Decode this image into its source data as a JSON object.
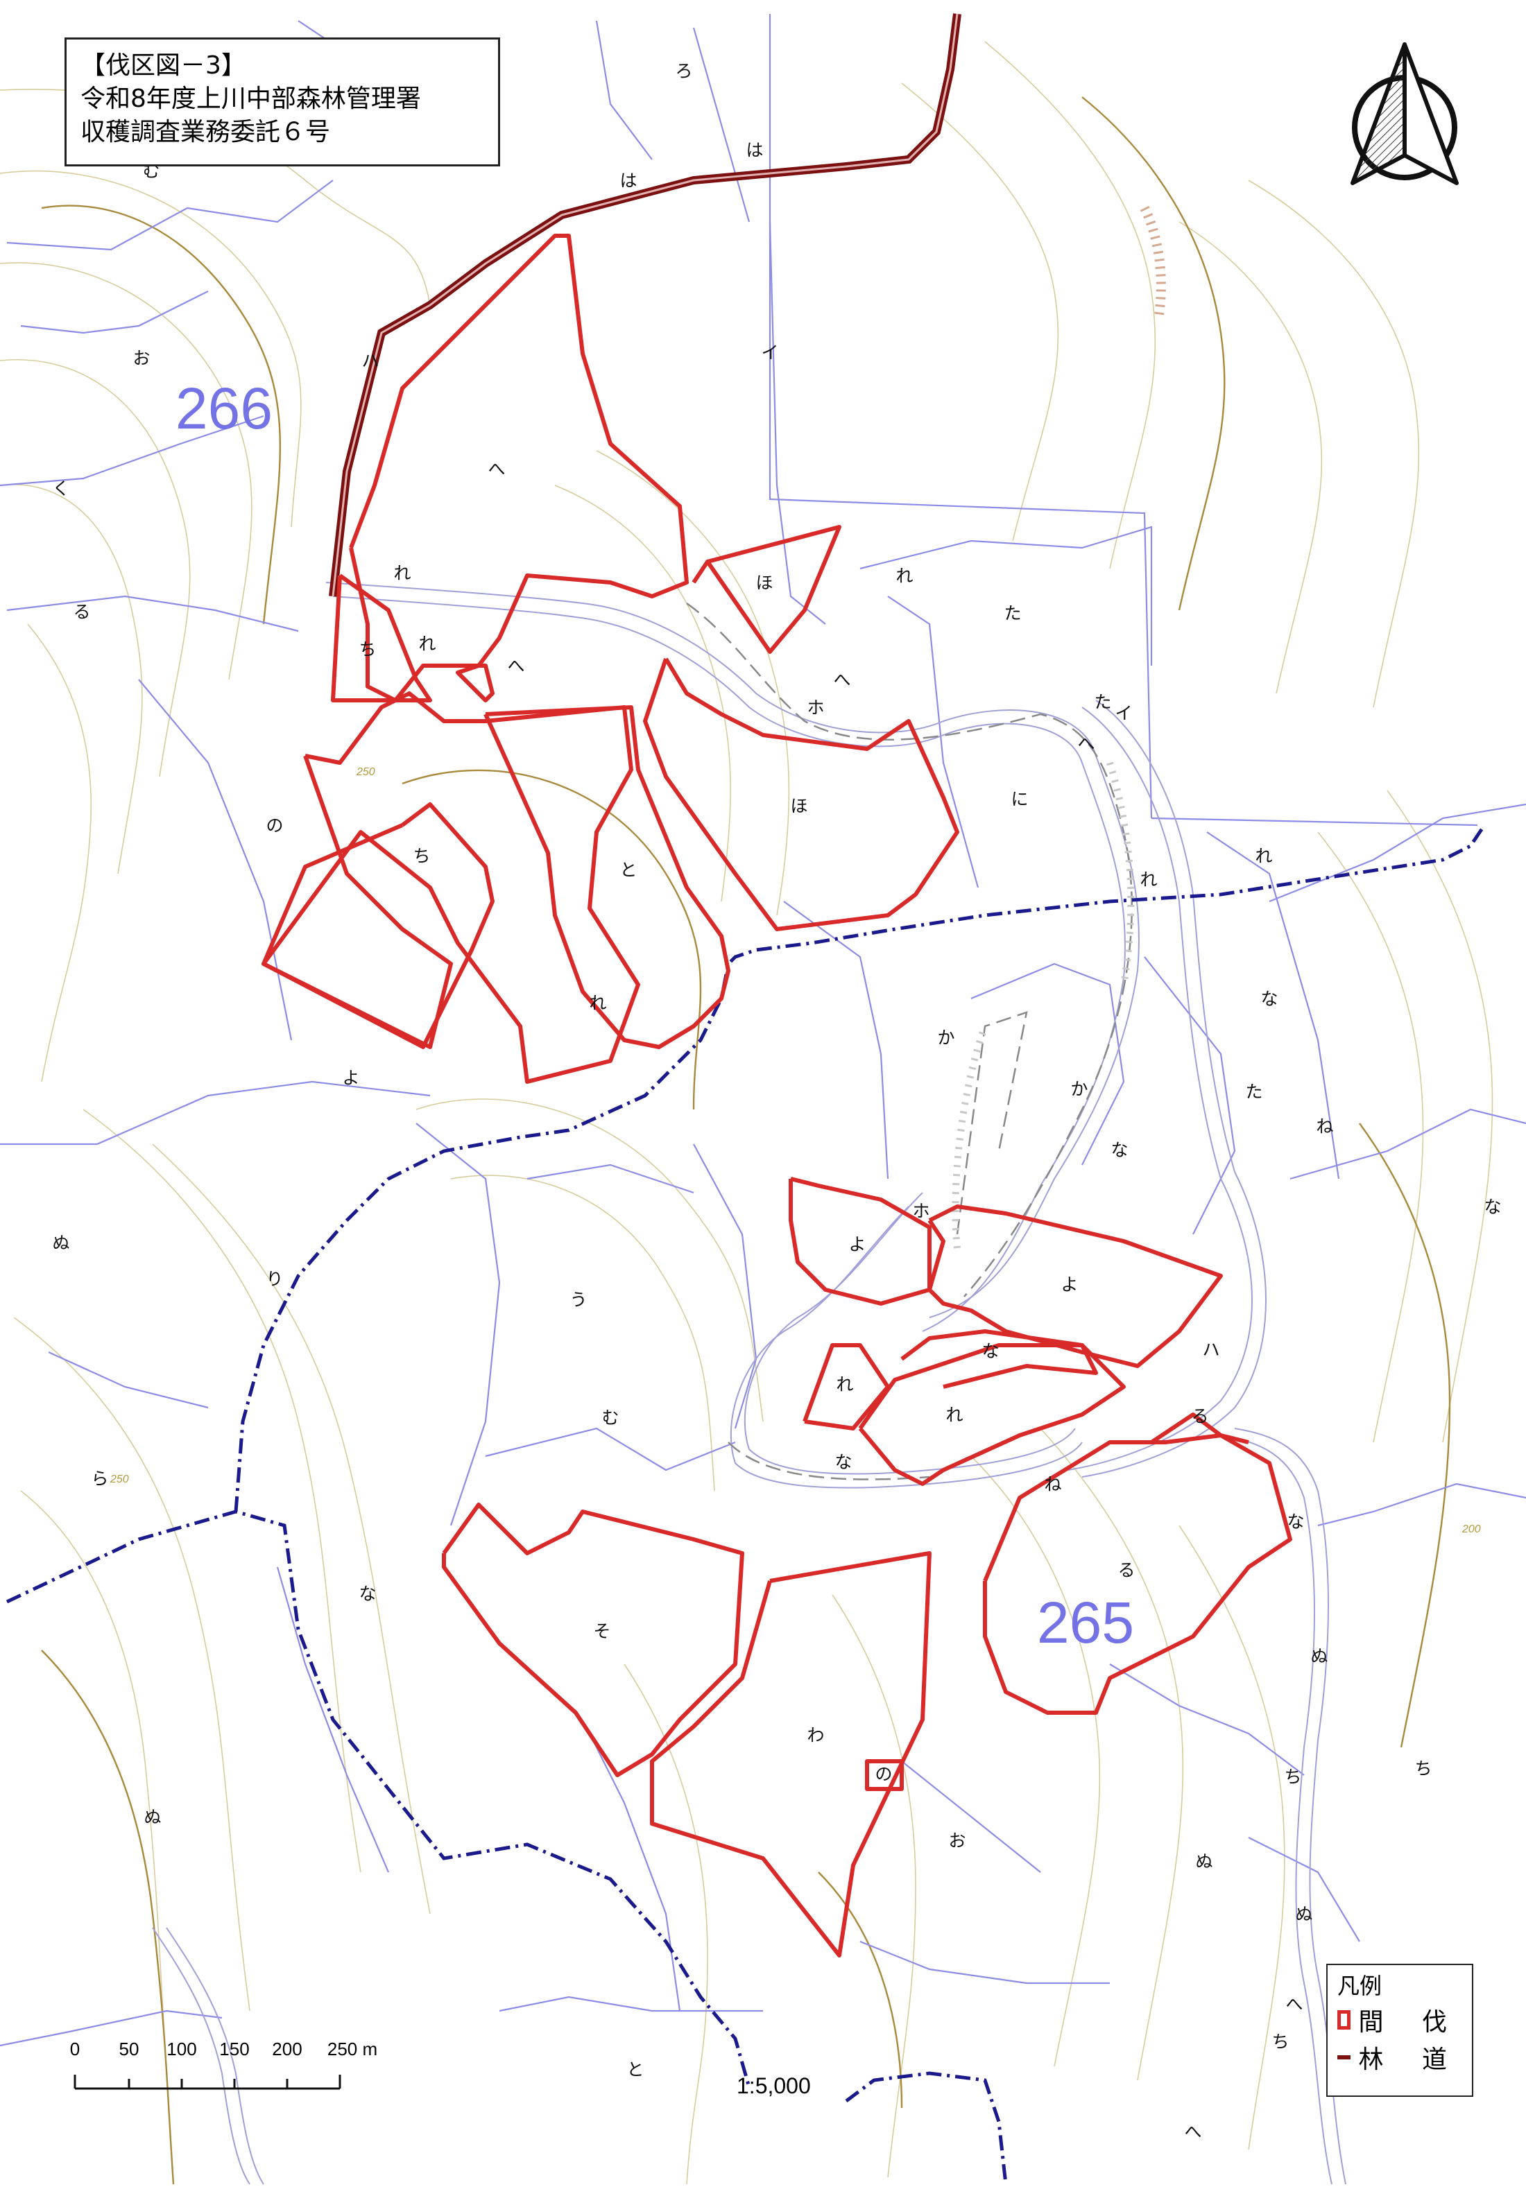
{
  "title": {
    "line1": "【伐区図－3】",
    "line2": "令和8年度上川中部森林管理署",
    "line3": "収穫調査業務委託６号"
  },
  "compartments": [
    "266",
    "265"
  ],
  "subcompartment_labels": [
    "ろ",
    "む",
    "は",
    "は",
    "イ",
    "ハ",
    "お",
    "へ",
    "く",
    "る",
    "れ",
    "れ",
    "ほ",
    "た",
    "ち",
    "れ",
    "へ",
    "へ",
    "ホ",
    "た",
    "イ",
    "へ",
    "ほ",
    "に",
    "の",
    "ち",
    "と",
    "れ",
    "れ",
    "れ",
    "な",
    "か",
    "よ",
    "か",
    "た",
    "ね",
    "な",
    "な",
    "ホ",
    "よ",
    "よ",
    "ぬ",
    "り",
    "う",
    "な",
    "れ",
    "れ",
    "ハ",
    "む",
    "な",
    "る",
    "ら",
    "ね",
    "な",
    "な",
    "そ",
    "る",
    "ぬ",
    "わ",
    "の",
    "ち",
    "ち",
    "ぬ",
    "お",
    "ぬ",
    "ぬ",
    "へ",
    "ち",
    "と",
    "へ"
  ],
  "contour_labels": [
    "250",
    "250",
    "200"
  ],
  "legend": {
    "title": "凡例",
    "thinning_label": "間 伐",
    "forest_road_label": "林 道"
  },
  "scale": {
    "ticks": [
      "0",
      "50",
      "100",
      "150",
      "200",
      "250 m"
    ],
    "ratio": "1:5,000"
  },
  "colors": {
    "thinning_outline": "#d92a2a",
    "forest_road": "#7a1010",
    "subcompartment_boundary": "#8c8ce6",
    "compartment_boundary": "#1a1a8c",
    "contour_index": "#a07a2a",
    "contour": "#cdbf8a",
    "compartment_number": "#7373e6"
  },
  "icons": {
    "north_arrow": "north-arrow-icon"
  }
}
